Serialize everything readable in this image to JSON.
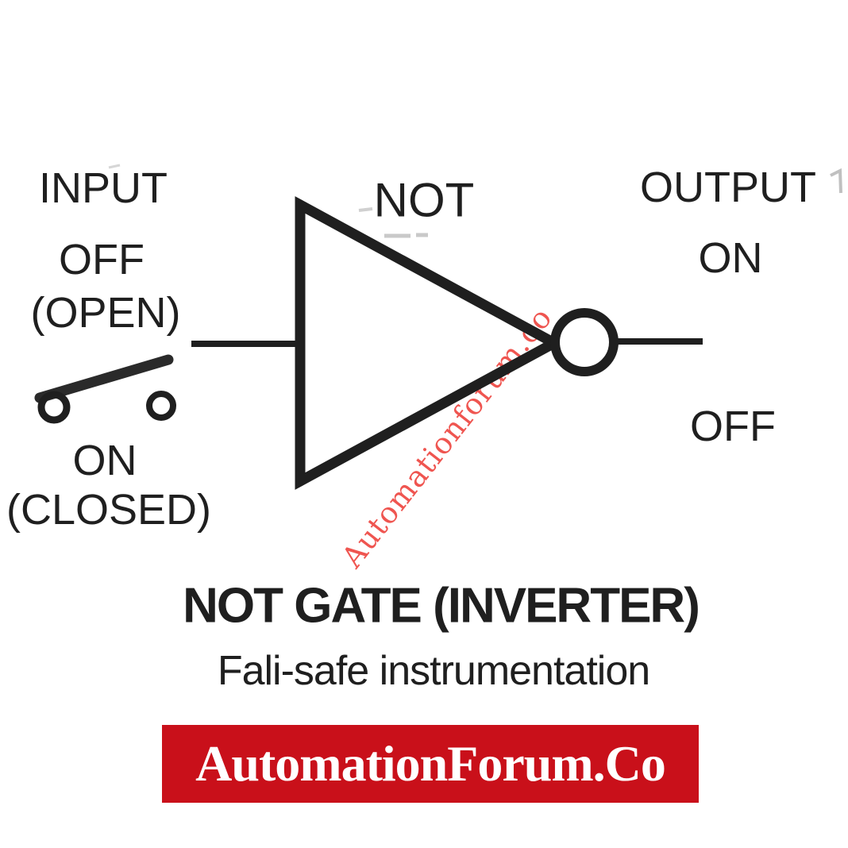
{
  "labels": {
    "input_title": "INPUT",
    "input_state": "OFF",
    "input_state_detail": "(OPEN)",
    "switch_state": "ON",
    "switch_state_detail": "(CLOSED)",
    "gate": "NOT",
    "output_title": "OUTPUT",
    "output_state": "ON",
    "output_state_alt": "OFF"
  },
  "caption": {
    "title": "NOT GATE (INVERTER)",
    "subtitle": "Fali-safe instrumentation"
  },
  "watermark": {
    "text": "Automationforum.co",
    "color": "#ef5550"
  },
  "banner": {
    "text": "AutomationForum.Co",
    "bg_color": "#c9101a",
    "text_color": "#ffffff"
  },
  "symbols": {
    "gate": "not-gate-triangle-with-inversion-bubble",
    "switch": "open-spst-switch"
  },
  "colors": {
    "ink": "#1f1f1f",
    "background": "#ffffff"
  }
}
